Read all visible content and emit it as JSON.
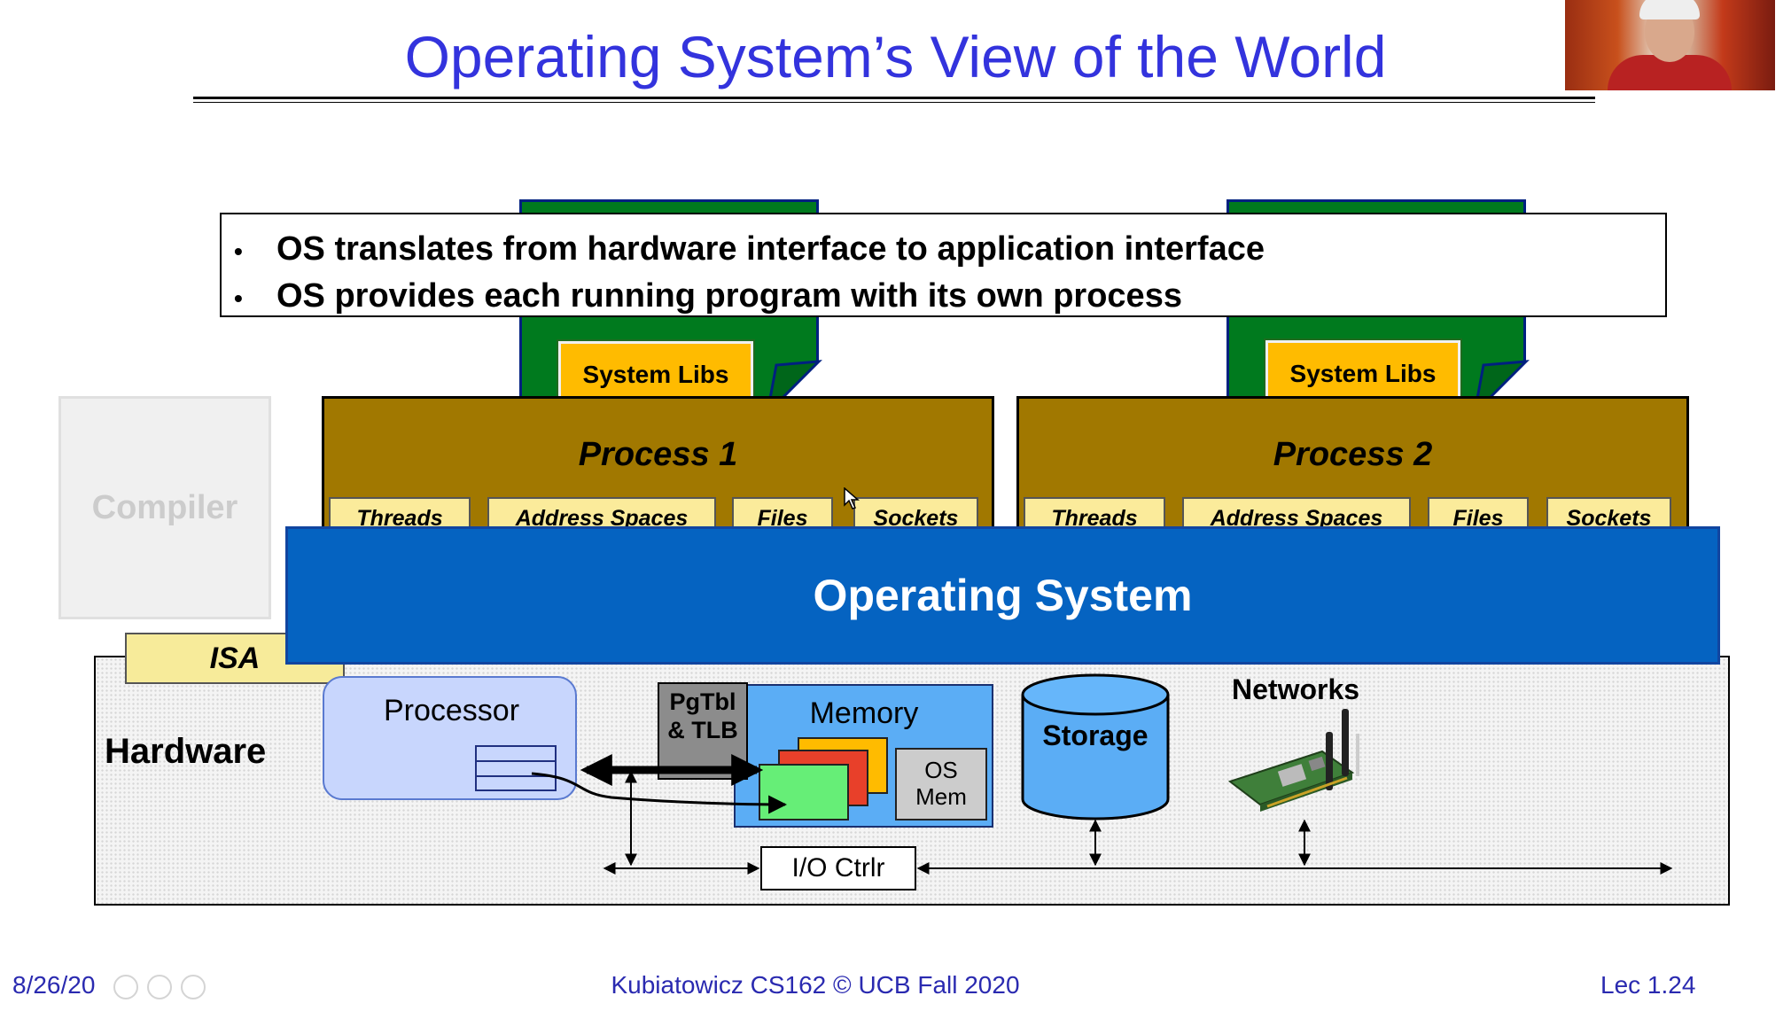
{
  "slide": {
    "title": "Operating System’s View of the World",
    "bullets": [
      "OS translates from hardware interface to application interface",
      "OS provides each running program with its own process"
    ]
  },
  "processes": [
    {
      "name": "Process 1",
      "syslib": "System Libs",
      "resources": [
        "Threads",
        "Address Spaces",
        "Files",
        "Sockets"
      ]
    },
    {
      "name": "Process 2",
      "syslib": "System Libs",
      "resources": [
        "Threads",
        "Address Spaces",
        "Files",
        "Sockets"
      ]
    }
  ],
  "layers": {
    "os": "Operating System",
    "compiler": "Compiler",
    "isa": "ISA",
    "hardware": "Hardware"
  },
  "hardware": {
    "processor": "Processor",
    "pgtbl": [
      "PgTbl",
      "& TLB"
    ],
    "memory": "Memory",
    "os_mem": [
      "OS",
      "Mem"
    ],
    "storage": "Storage",
    "networks": "Networks",
    "io_ctrl": "I/O Ctrlr"
  },
  "footer": {
    "date": "8/26/20",
    "credit": "Kubiatowicz CS162 © UCB Fall 2020",
    "lecture": "Lec 1.24"
  },
  "colors": {
    "title": "#3333dd",
    "process": "#a17800",
    "syslib": "#ffbb00",
    "doc_green": "#007a1e",
    "os_blue": "#0563c1",
    "memory_blue": "#5badf5"
  }
}
